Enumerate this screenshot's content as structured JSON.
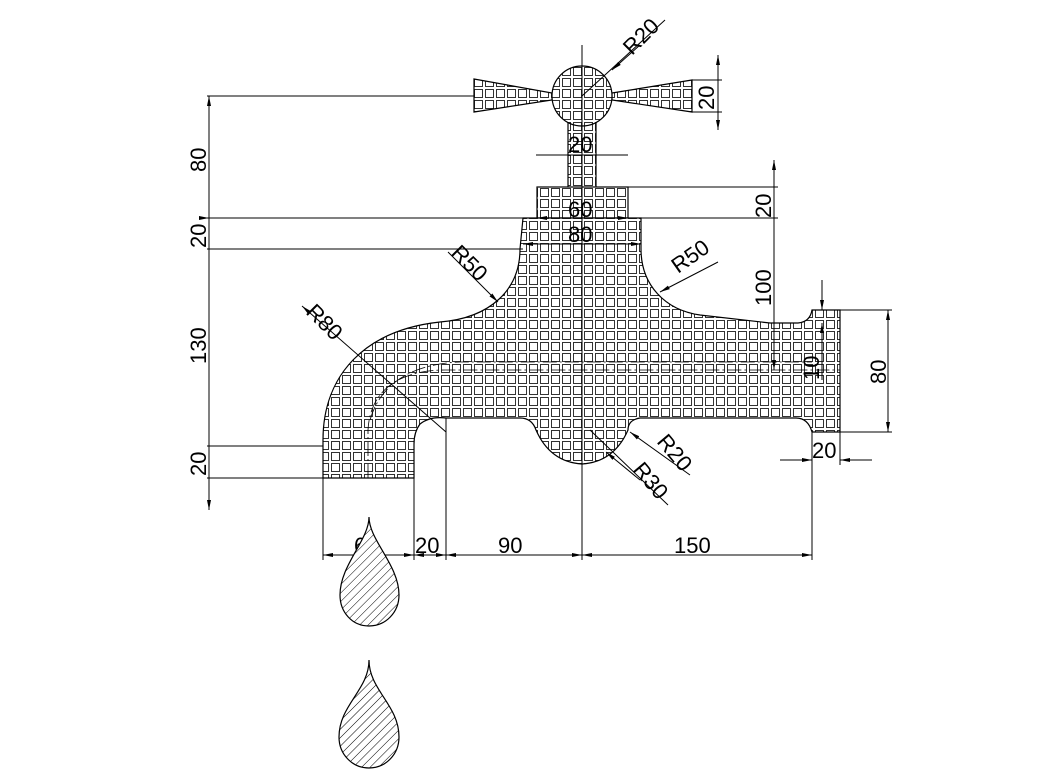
{
  "dimensions": {
    "handle_radius": "R20",
    "handle_width": "20",
    "stem_width": "20",
    "collar_top_width": "60",
    "collar_height": "20",
    "body_top_width": "80",
    "handle_height_80": "80",
    "collar_20_left": "20",
    "fillet_left": "R50",
    "fillet_right": "R50",
    "height_100": "100",
    "outer_radius": "R80",
    "height_130": "130",
    "neck_10": "10",
    "flange_height": "80",
    "spout_20": "20",
    "notch_radius_20": "R20",
    "notch_radius_30": "R30",
    "flange_width": "20",
    "spout_width": "60",
    "gap_20": "20",
    "span_90": "90",
    "span_150": "150"
  }
}
